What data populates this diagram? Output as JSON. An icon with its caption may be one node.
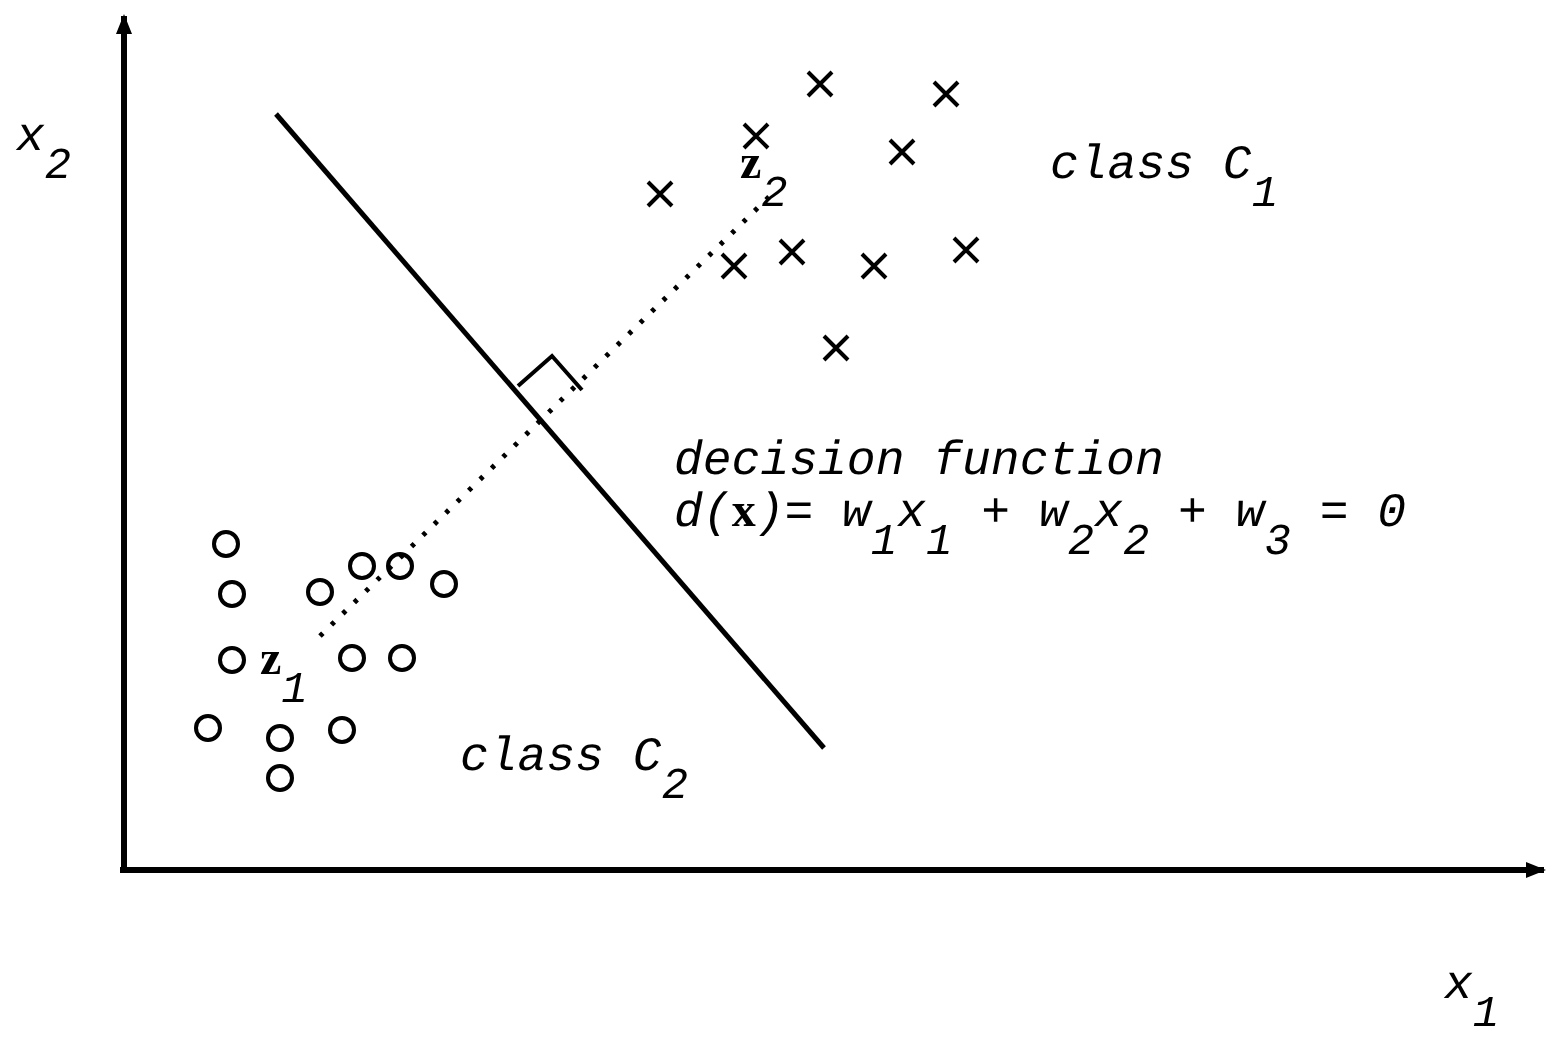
{
  "diagram": {
    "labels": [
      "x$_{2}$",
      "class C$_{1}$",
      "**z**$_{2}$",
      "decision function",
      "d(**x**)= w$_{1}$x$_{1}$ + w$_{2}$x$_{2}$ + w$_{3}$ = 0",
      "**z**$_{1}$",
      "class C$_{2}$",
      "x$_{1}$"
    ]
  }
}
